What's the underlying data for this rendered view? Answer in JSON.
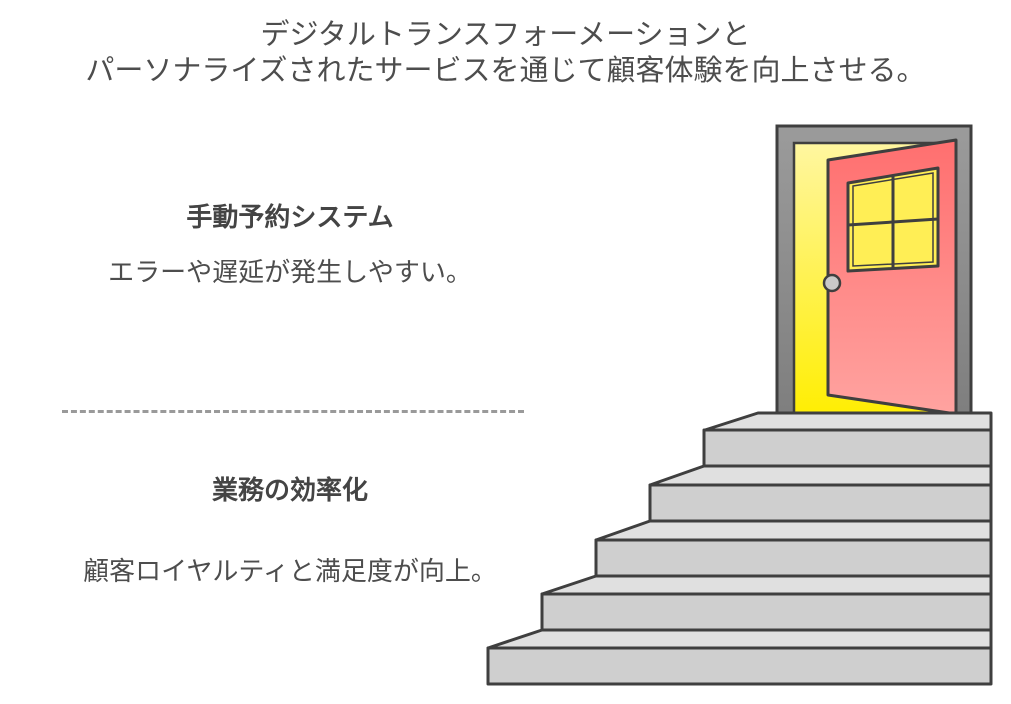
{
  "title": {
    "line1": "デジタルトランスフォーメーションと",
    "line2": "パーソナライズされたサービスを通じて顧客体験を向上させる。"
  },
  "sections": {
    "manual": {
      "heading": "手動予約システム",
      "description": "エラーや遅延が発生しやすい。"
    },
    "efficiency": {
      "heading": "業務の効率化",
      "description": "顧客ロイヤルティと満足度が向上。"
    }
  },
  "colors": {
    "door": "#ff7f7f",
    "door_light": "#ffa3a0",
    "doorway_light": "#ffee00",
    "doorway_pale": "#fff6a0",
    "frame": "#8c8c8c",
    "stairs": "#cfcfcf",
    "outline": "#3f3f3f"
  },
  "icons": {
    "door": "open-door-icon",
    "stairs": "staircase-icon"
  }
}
